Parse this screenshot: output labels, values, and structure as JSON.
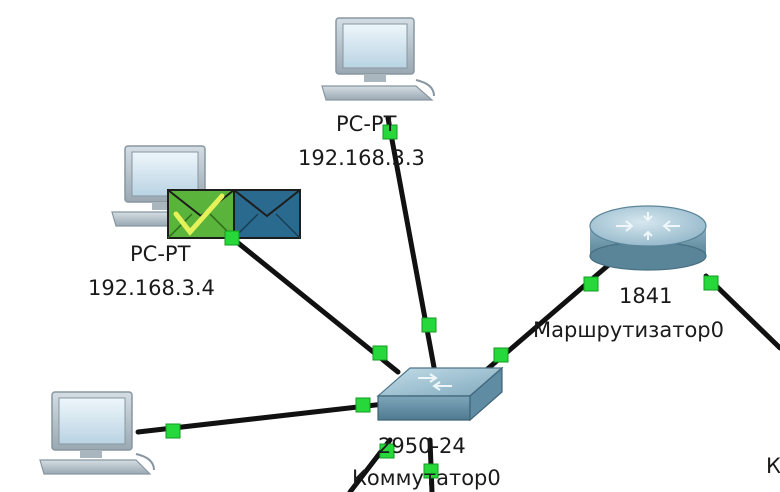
{
  "colors": {
    "link": "#111111",
    "port_up": "#26d83a",
    "pdu_green": "#5ab33a",
    "pdu_blue": "#2a6a8e",
    "device_body": "#9fbfcf"
  },
  "devices": {
    "pc_top": {
      "model": "PC-PT",
      "ip": "192.168.3.3",
      "icon": "pc-icon"
    },
    "pc_left": {
      "model": "PC-PT",
      "ip": "192.168.3.4",
      "icon": "pc-icon"
    },
    "pc_bottom": {
      "icon": "pc-icon"
    },
    "switch": {
      "model": "2950-24",
      "name": "Коммутатор0",
      "icon": "switch-icon"
    },
    "router": {
      "model": "1841",
      "name": "Маршрутизатор0",
      "icon": "router-icon"
    },
    "right_edge_partial_label": "К"
  },
  "pdus": [
    {
      "icon": "envelope-check-icon",
      "status": "success"
    },
    {
      "icon": "envelope-icon",
      "status": "in-transit"
    }
  ]
}
